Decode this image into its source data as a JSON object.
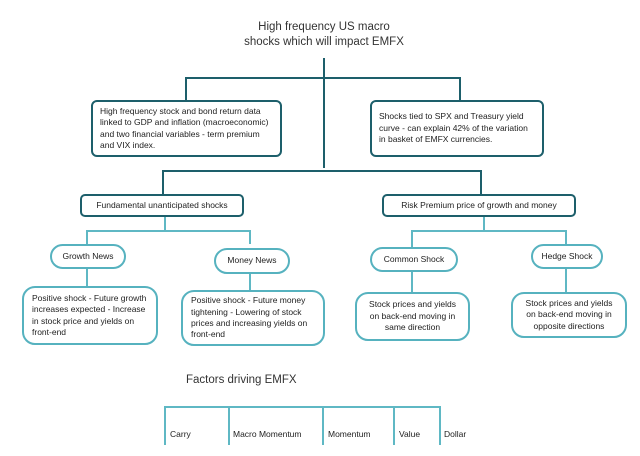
{
  "title_line1": "High frequency US macro",
  "title_line2": "shocks which will impact EMFX",
  "top_left": "High frequency stock and bond return data linked to GDP and inflation (macroeconomic) and two financial variables - term premium and VIX index.",
  "top_right": "Shocks tied to SPX and Treasury yield curve - can explain 42% of the variation in basket of EMFX currencies.",
  "mid_left": "Fundamental unanticipated shocks",
  "mid_right": "Risk Premium price of growth and money",
  "pills": {
    "growth_news": "Growth News",
    "money_news": "Money News",
    "common_shock": "Common Shock",
    "hedge_shock": "Hedge Shock"
  },
  "leaves": {
    "growth_news": "Positive shock - Future growth increases expected - Increase in stock price and yields on front-end",
    "money_news": "Positive shock - Future money tightening - Lowering of stock prices and increasing yields on front-end",
    "common_shock": "Stock prices and yields on back-end moving in same direction",
    "hedge_shock": "Stock prices and yields on back-end moving in opposite directions"
  },
  "factors_title": "Factors driving EMFX",
  "factors": [
    "Carry",
    "Macro Momentum",
    "Momentum",
    "Value",
    "Dollar"
  ],
  "colors": {
    "dark_connector": "#1d5f6b",
    "light_connector": "#5fb8c4"
  }
}
